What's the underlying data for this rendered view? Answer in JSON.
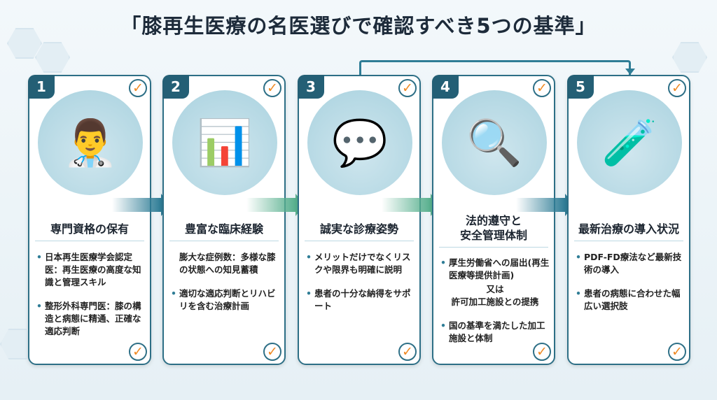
{
  "title": "「膝再生医療の名医選びで確認すべき5つの基準」",
  "cards": [
    {
      "number": "1",
      "title": "専門資格の保有",
      "icon": "doctor-certificate-icon",
      "bullets": [
        "日本再生医療学会認定医：再生医療の高度な知識と管理スキル",
        "整形外科専門医：膝の構造と病態に精通、正確な適応判断"
      ]
    },
    {
      "number": "2",
      "title": "豊富な臨床経験",
      "icon": "charts-board-icon",
      "bullets": [
        "膨大な症例数：多様な膝の状態への知見蓄積",
        "適切な適応判断とリハビリを含む治療計画"
      ]
    },
    {
      "number": "3",
      "title": "誠実な診療姿勢",
      "icon": "consultation-icon",
      "bullets": [
        "メリットだけでなくリスクや限界も明確に説明",
        "患者の十分な納得をサポート"
      ]
    },
    {
      "number": "4",
      "title_line1": "法的遵守と",
      "title_line2": "安全管理体制",
      "icon": "documents-magnifier-icon",
      "bullet1_a": "厚生労働省への届出(再生医療等提供計画)",
      "bullet1_or": "又は",
      "bullet1_b": "許可加工施設との提携",
      "bullet2": "国の基準を満たした加工施設と体制"
    },
    {
      "number": "5",
      "title": "最新治療の導入状況",
      "icon": "lab-equipment-icon",
      "bullets": [
        "PDF-FD療法など最新技術の導入",
        "患者の病態に合わせた幅広い選択肢"
      ]
    }
  ],
  "check_mark": "✓"
}
